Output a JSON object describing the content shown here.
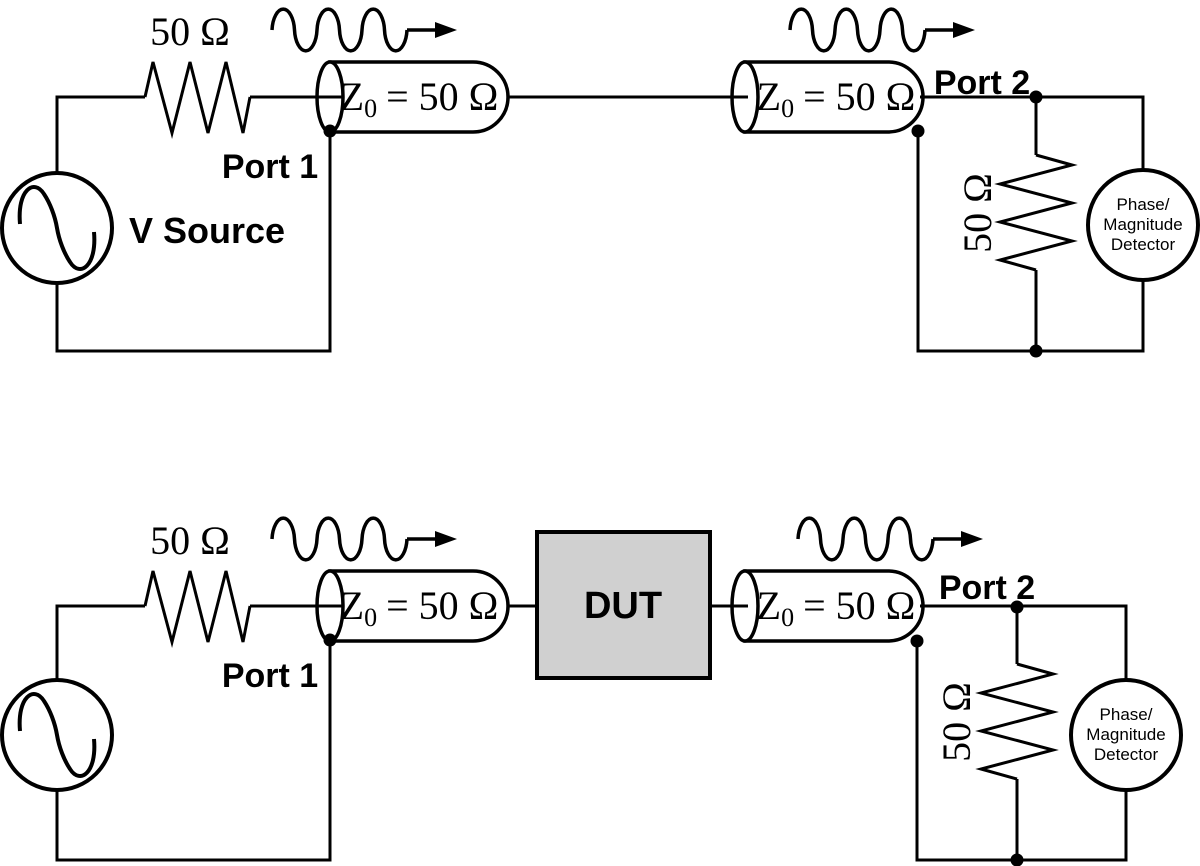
{
  "diagram": {
    "description": "Two-port phase/magnitude measurement schematic: thru connection (top) and DUT insertion (bottom)",
    "colors": {
      "line": "#000000",
      "background": "#ffffff",
      "dut_fill": "#d0d0d0"
    },
    "top_circuit": {
      "source_label": "V Source",
      "source_resistor": "50 Ω",
      "port1": "Port 1",
      "port2": "Port 2",
      "tline1": {
        "sym": "Z",
        "sub": "0",
        "rest": "= 50 Ω"
      },
      "tline2": {
        "sym": "Z",
        "sub": "0",
        "rest": "= 50 Ω"
      },
      "load_resistor": "50 Ω",
      "detector": {
        "line1": "Phase/",
        "line2": "Magnitude",
        "line3": "Detector"
      }
    },
    "bottom_circuit": {
      "source_resistor": "50 Ω",
      "port1": "Port 1",
      "port2": "Port 2",
      "dut": "DUT",
      "tline1": {
        "sym": "Z",
        "sub": "0",
        "rest": "= 50 Ω"
      },
      "tline2": {
        "sym": "Z",
        "sub": "0",
        "rest": "= 50 Ω"
      },
      "load_resistor": "50 Ω",
      "detector": {
        "line1": "Phase/",
        "line2": "Magnitude",
        "line3": "Detector"
      }
    }
  }
}
